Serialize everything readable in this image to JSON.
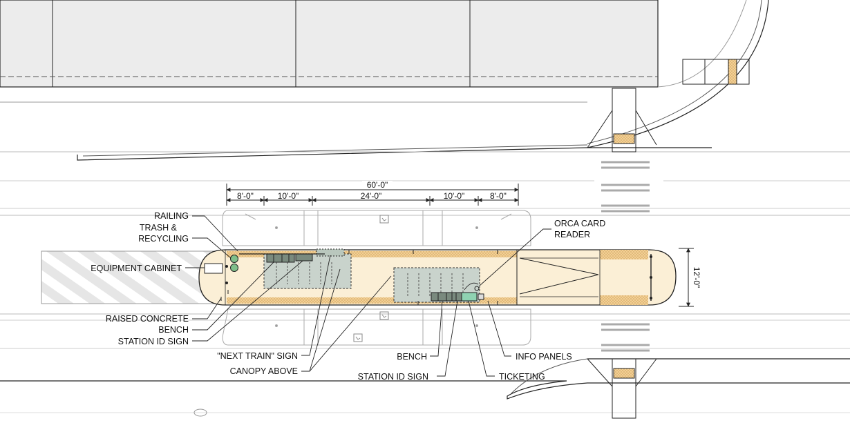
{
  "drawing": {
    "title": "",
    "colors": {
      "platform_fill": "#fbefd6",
      "platform_edge_fill": "#f3cf95",
      "canopy_fill": "#c9d3cc",
      "building_fill": "#ececec",
      "line": "#222222",
      "light_line": "#9a9a9a",
      "equipment_green": "#7fbf8a"
    },
    "dimensions": {
      "overall": "60'-0\"",
      "segments": [
        "8'-0\"",
        "10'-0\"",
        "24'-0\"",
        "10'-0\"",
        "8'-0\""
      ],
      "platform_width": "12'-0\""
    },
    "labels": {
      "railing": "RAILING",
      "trash_line1": "TRASH &",
      "trash_line2": "RECYCLING",
      "equipment_cabinet": "EQUIPMENT CABINET",
      "raised_concrete": "RAISED CONCRETE",
      "bench_left": "BENCH",
      "station_id_sign_left": "STATION ID SIGN",
      "next_train_sign": "\"NEXT TRAIN\" SIGN",
      "canopy_above": "CANOPY ABOVE",
      "bench_right": "BENCH",
      "station_id_sign_right": "STATION ID SIGN",
      "orca_line1": "ORCA CARD",
      "orca_line2": "READER",
      "info_panels": "INFO PANELS",
      "ticketing": "TICKETING"
    },
    "icons": [
      "accessible-symbol-icon"
    ]
  }
}
